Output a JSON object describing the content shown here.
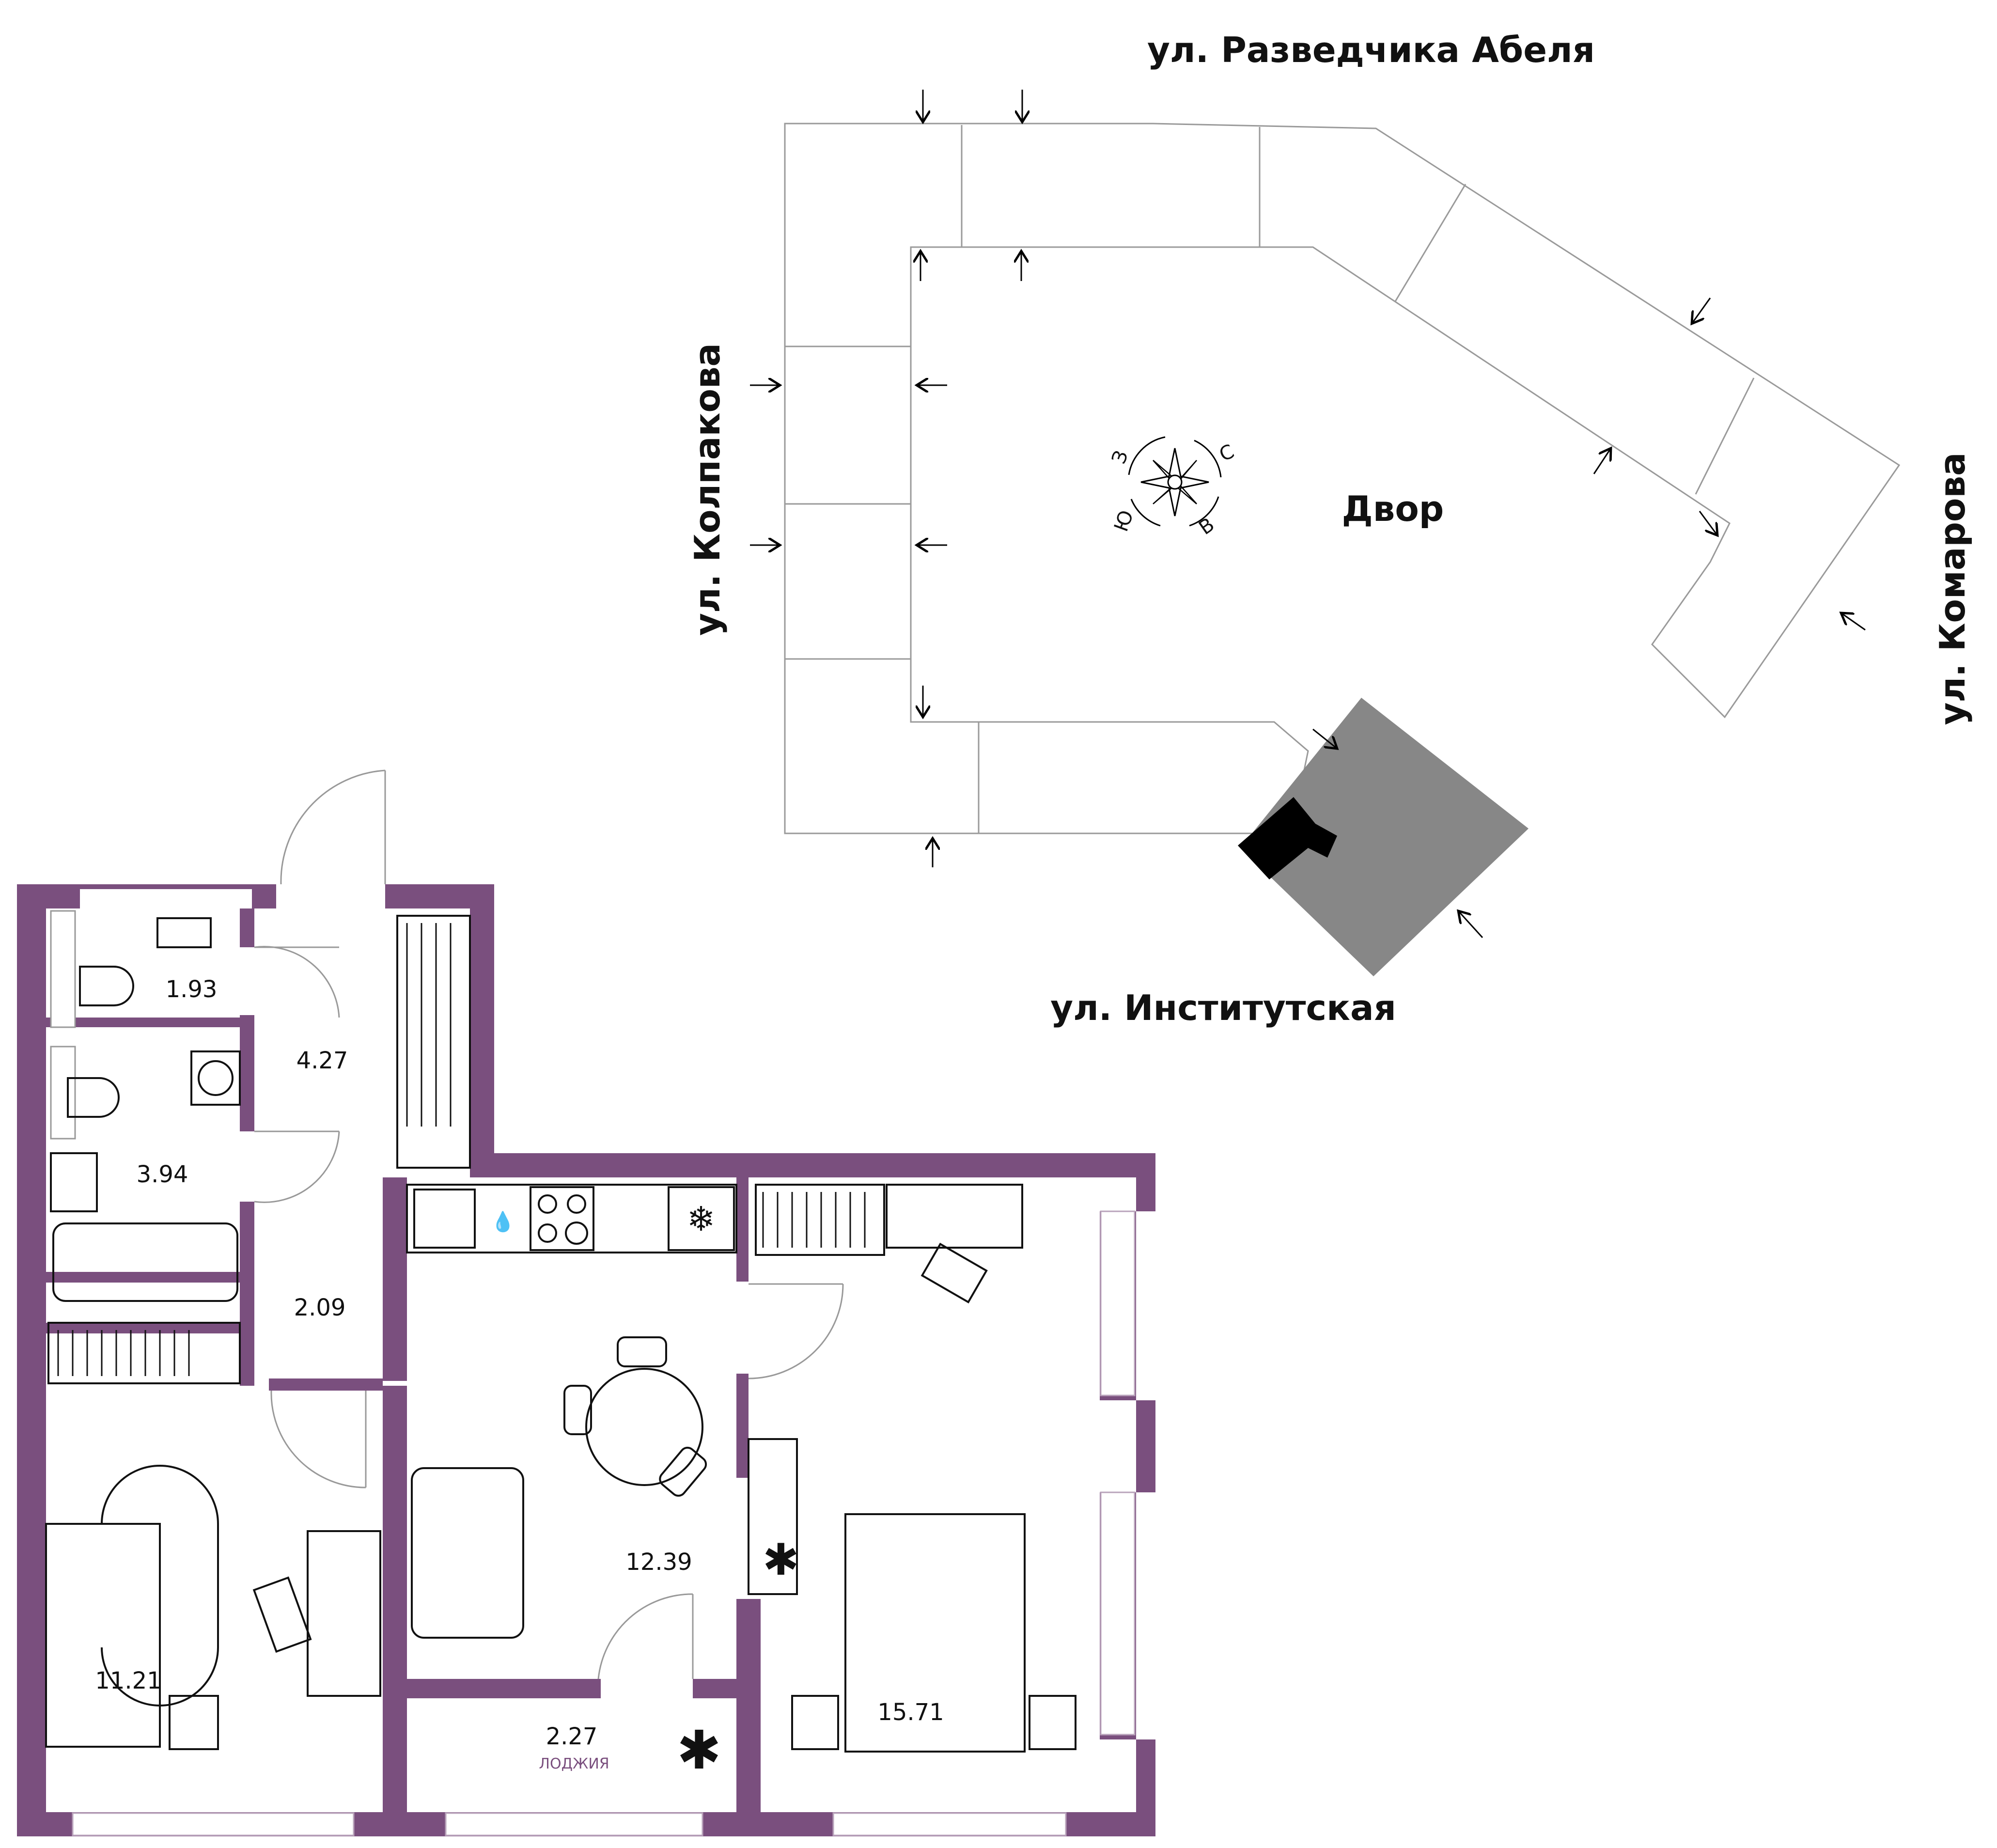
{
  "streets": {
    "north": "ул. Разведчика Абеля",
    "west": "ул. Колпакова",
    "east": "ул. Комарова",
    "south": "ул. Институтская"
  },
  "courtyard_label": "Двор",
  "compass": {
    "north": "С",
    "east": "В",
    "south": "Ю",
    "west": "З"
  },
  "rooms": {
    "wc_area": "1.93",
    "hall_area": "4.27",
    "bath_area": "3.94",
    "corridor_area": "2.09",
    "kitchen_area": "12.39",
    "bedroom_left_area": "11.21",
    "bedroom_right_area": "15.71",
    "loggia_area": "2.27",
    "loggia_label": "ЛОДЖИЯ"
  },
  "colors": {
    "wall": "#7a4f7e",
    "building_outline": "#9a9a9a",
    "neighbor_building": "#878787",
    "marker": "#000000",
    "loggia_text": "#7a4f7e"
  },
  "icons": [
    "compass-rose-icon",
    "entrance-arrow-icon",
    "snowflake-icon",
    "droplet-icon",
    "plant-icon",
    "door-arc-icon"
  ]
}
